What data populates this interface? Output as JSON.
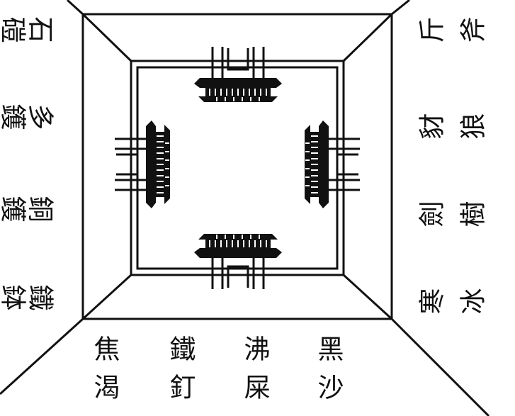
{
  "diagram": {
    "line_color": "#111111",
    "bottom_labels": [
      {
        "top": "焦",
        "bottom": "渴"
      },
      {
        "top": "鐵",
        "bottom": "釘"
      },
      {
        "top": "沸",
        "bottom": "屎"
      },
      {
        "top": "黑",
        "bottom": "沙"
      }
    ],
    "right_labels": [
      {
        "outer": "斧",
        "inner": "斤"
      },
      {
        "outer": "狼",
        "inner": "豺"
      },
      {
        "outer": "樹",
        "inner": "劍"
      },
      {
        "outer": "冰",
        "inner": "寒"
      }
    ],
    "left_labels": [
      {
        "outer": "石",
        "inner": "磑"
      },
      {
        "outer": "多",
        "inner": "鑊"
      },
      {
        "outer": "銅",
        "inner": "鑊"
      },
      {
        "outer": "鐵",
        "inner": "鉢"
      }
    ]
  }
}
